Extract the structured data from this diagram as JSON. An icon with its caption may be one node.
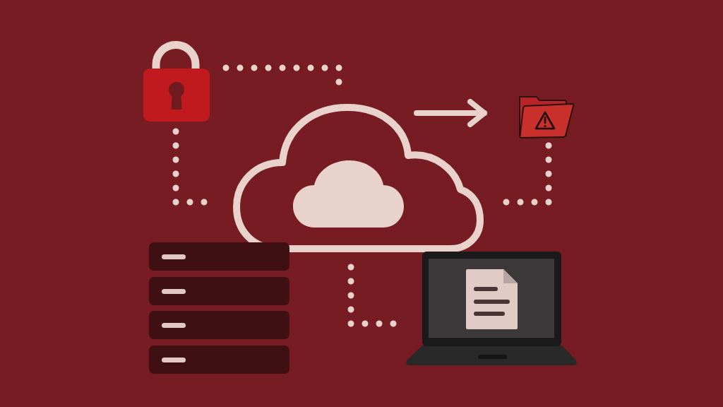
{
  "diagram": {
    "nodes": [
      {
        "text": [],
        "shape": "picture"
      },
      {
        "text": [],
        "shape": "picture"
      },
      {
        "text": [],
        "shape": "cloud"
      },
      {
        "text": [],
        "shape": "picture"
      },
      {
        "text": [],
        "shape": "picture"
      }
    ],
    "edges": [
      {
        "from": 0,
        "to": 2,
        "arrow": "none",
        "style": "dashed"
      },
      {
        "from": 0,
        "to": 2,
        "arrow": "none",
        "style": "dashed"
      },
      {
        "from": 2,
        "to": 1,
        "arrow": "to"
      },
      {
        "from": 1,
        "to": 2,
        "arrow": "none",
        "style": "dashed"
      },
      {
        "from": 2,
        "to": 4,
        "arrow": "none",
        "style": "dashed"
      }
    ]
  }
}
